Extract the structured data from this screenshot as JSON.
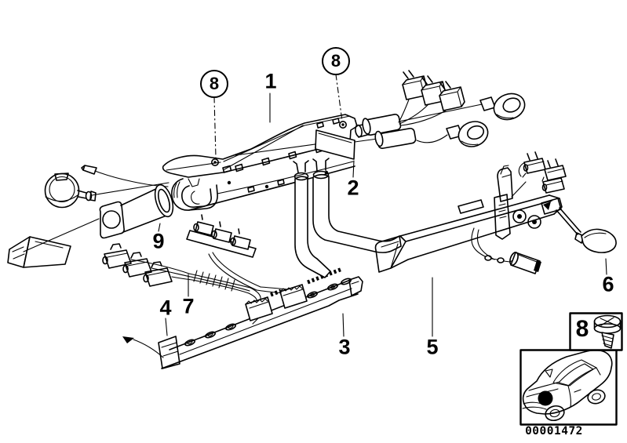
{
  "diagram": {
    "background_color": "#ffffff",
    "line_color": "#000000",
    "callouts": [
      {
        "id": "8-top-left",
        "text": "8",
        "circled": true
      },
      {
        "id": "1",
        "text": "1",
        "circled": false
      },
      {
        "id": "8-top-right",
        "text": "8",
        "circled": true
      },
      {
        "id": "2",
        "text": "2",
        "circled": false
      },
      {
        "id": "9",
        "text": "9",
        "circled": false
      },
      {
        "id": "4",
        "text": "4",
        "circled": false
      },
      {
        "id": "7",
        "text": "7",
        "circled": false
      },
      {
        "id": "3",
        "text": "3",
        "circled": false
      },
      {
        "id": "5",
        "text": "5",
        "circled": false
      },
      {
        "id": "6",
        "text": "6",
        "circled": false
      }
    ],
    "inset": {
      "callout_text": "8",
      "screw_icon": "tapping-screw-icon",
      "vehicle_icon": "car-silhouette-icon",
      "image_code": "00001472"
    }
  }
}
